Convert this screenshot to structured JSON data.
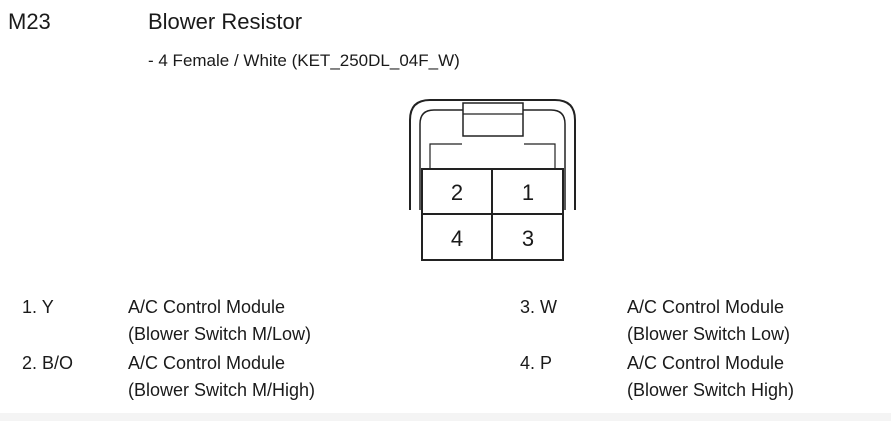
{
  "connector": {
    "code": "M23",
    "name": "Blower Resistor",
    "spec": "- 4 Female / White (KET_250DL_04F_W)",
    "pins": [
      {
        "number": "2",
        "position": "top-left"
      },
      {
        "number": "1",
        "position": "top-right"
      },
      {
        "number": "4",
        "position": "bottom-left"
      },
      {
        "number": "3",
        "position": "bottom-right"
      }
    ]
  },
  "pinout": [
    {
      "pin": "1. Y",
      "desc1": "A/C Control Module",
      "desc2": "(Blower Switch M/Low)"
    },
    {
      "pin": "2. B/O",
      "desc1": "A/C Control Module",
      "desc2": "(Blower Switch M/High)"
    },
    {
      "pin": "3. W",
      "desc1": "A/C Control Module",
      "desc2": "(Blower Switch Low)"
    },
    {
      "pin": "4. P",
      "desc1": "A/C Control Module",
      "desc2": "(Blower Switch High)"
    }
  ],
  "colors": {
    "text": "#1a1a1a",
    "line": "#222222"
  }
}
